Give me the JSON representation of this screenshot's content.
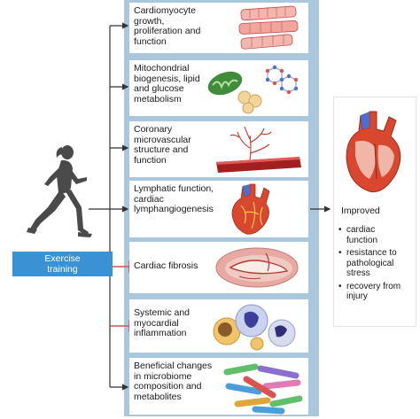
{
  "exercise_label": [
    "Exercise",
    "training"
  ],
  "effects": [
    {
      "lines": [
        "Cardiomyocyte",
        "growth,",
        "proliferation and",
        "function"
      ],
      "icon": "cardiomyocyte-icon",
      "connector": "arrow"
    },
    {
      "lines": [
        "Mitochondrial",
        "biogenesis, lipid",
        "and glucose",
        "metabolism"
      ],
      "icon": "mitochondria-icon",
      "connector": "arrow"
    },
    {
      "lines": [
        "Coronary",
        "microvascular",
        "structure and",
        "function"
      ],
      "icon": "blood-vessel-icon",
      "connector": "arrow"
    },
    {
      "lines": [
        "Lymphatic function,",
        "cardiac",
        "lymphangiogenesis"
      ],
      "icon": "heart-lymphatic-icon",
      "connector": "arrow"
    },
    {
      "lines": [
        "Cardiac fibrosis"
      ],
      "icon": "fibrotic-heart-section-icon",
      "connector": "inhibit"
    },
    {
      "lines": [
        "Systemic and",
        "myocardial",
        "inflammation"
      ],
      "icon": "immune-cells-icon",
      "connector": "inhibit"
    },
    {
      "lines": [
        "Beneficial changes",
        "in microbiome",
        "composition and",
        "metabolites"
      ],
      "icon": "bacteria-icon",
      "connector": "arrow"
    }
  ],
  "outcome": {
    "title": "Improved",
    "items": [
      [
        "cardiac",
        "function"
      ],
      [
        "resistance to",
        "pathological",
        "stress"
      ],
      [
        "recovery from",
        "injury"
      ]
    ]
  },
  "colors": {
    "accent": "#3a91d3",
    "column": "#a9c7dd",
    "arrow": "#333333",
    "inhibit": "#d9534f"
  }
}
